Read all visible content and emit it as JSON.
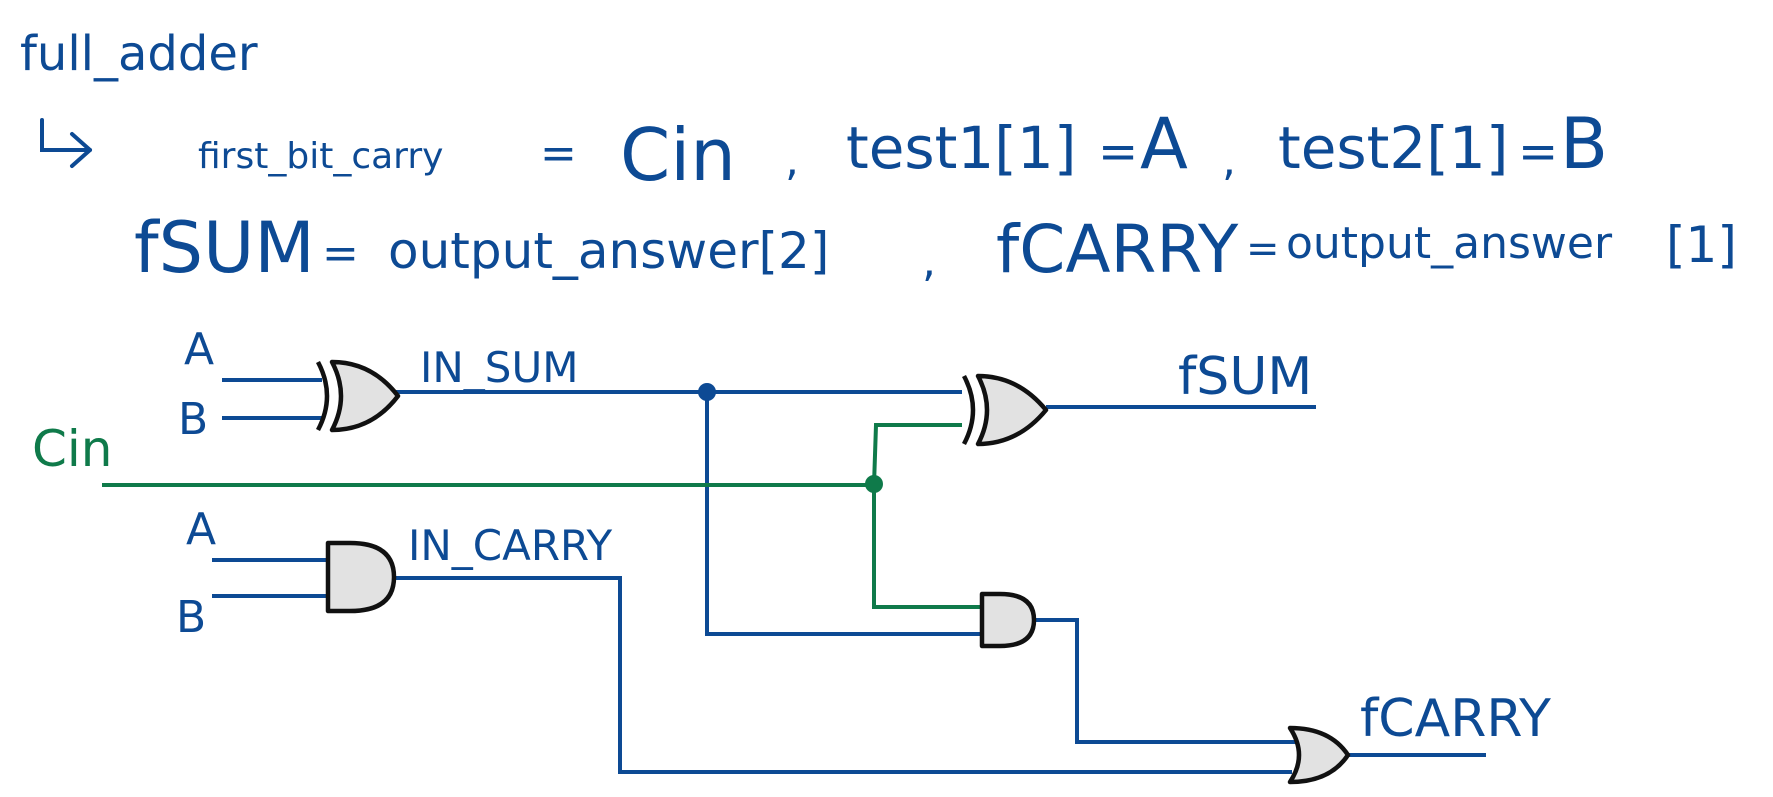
{
  "title": "full_adder",
  "arrow_glyph": "↳",
  "line1": {
    "first_bit_carry": "first_bit_carry",
    "eq1": "=",
    "cin": "Cin",
    "comma1": ",",
    "test1": "test1[1]",
    "eq2": "=",
    "a": "A",
    "comma2": ",",
    "test2": "test2[1]",
    "eq3": "=",
    "b": "B"
  },
  "line2": {
    "fsum": "fSUM",
    "eq1": "=",
    "output_answer_2": "output_answer[2]",
    "comma": ",",
    "fcarry": "fCARRY",
    "eq2": "=",
    "output_answer": "output_answer",
    "index1": "[1]"
  },
  "diagram": {
    "input_a_top": "A",
    "input_b_top": "B",
    "cin_label": "Cin",
    "input_a_bottom": "A",
    "input_b_bottom": "B",
    "in_sum_label": "IN_SUM",
    "in_carry_label": "IN_CARRY",
    "fsum_output": "fSUM",
    "fcarry_output": "fCARRY"
  },
  "colors": {
    "ink_blue": "#0d4a94",
    "ink_green": "#0f7a4a",
    "gate_fill": "#e2e2e2",
    "gate_outline": "#111111"
  }
}
